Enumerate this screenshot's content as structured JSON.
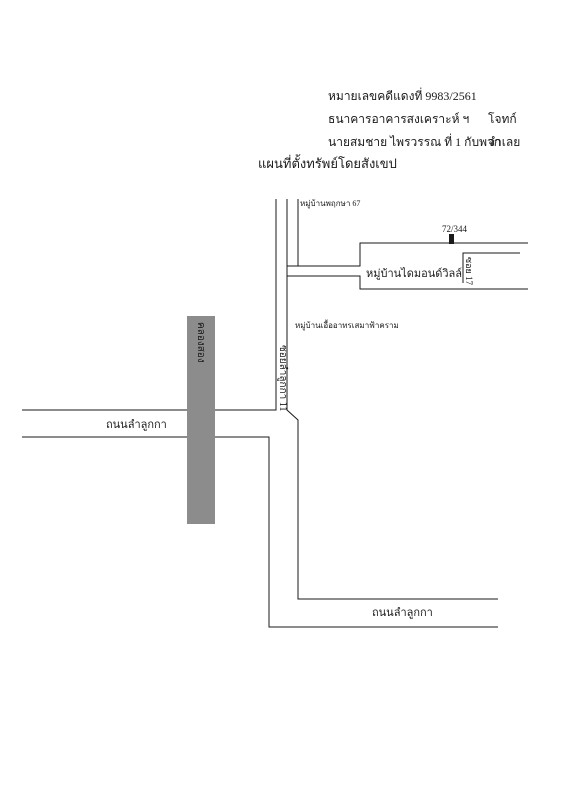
{
  "header": {
    "case_number": "หมายเลขคดีแดงที่ 9983/2561",
    "plaintiff": "ธนาคารอาคารสงเคราะห์ ฯ",
    "plaintiff_role": "โจทก์",
    "defendant": "นายสมชาย ไพรวรรณ ที่ 1 กับพวก",
    "defendant_role": "จำเลย",
    "map_title": "แผนที่ตั้งทรัพย์โดยสังเขป"
  },
  "map": {
    "labels": {
      "village_top": "หมู่บ้านพฤกษา 67",
      "property_number": "72/344",
      "village_main": "หมู่บ้านไดมอนด์วิลล์",
      "soi_17": "ซอย 17",
      "village_middle": "หมู่บ้านเอื้ออาทรเสมาฟ้าคราม",
      "khlong": "คลองสอง",
      "soi_vertical": "ซอยลำลูกกา 11",
      "road_left": "ถนนลำลูกกา",
      "road_bottom": "ถนนลำลูกกา"
    },
    "colors": {
      "line": "#1a1a1a",
      "canal_fill": "#8c8c8c",
      "property_marker": "#1a1a1a"
    }
  }
}
